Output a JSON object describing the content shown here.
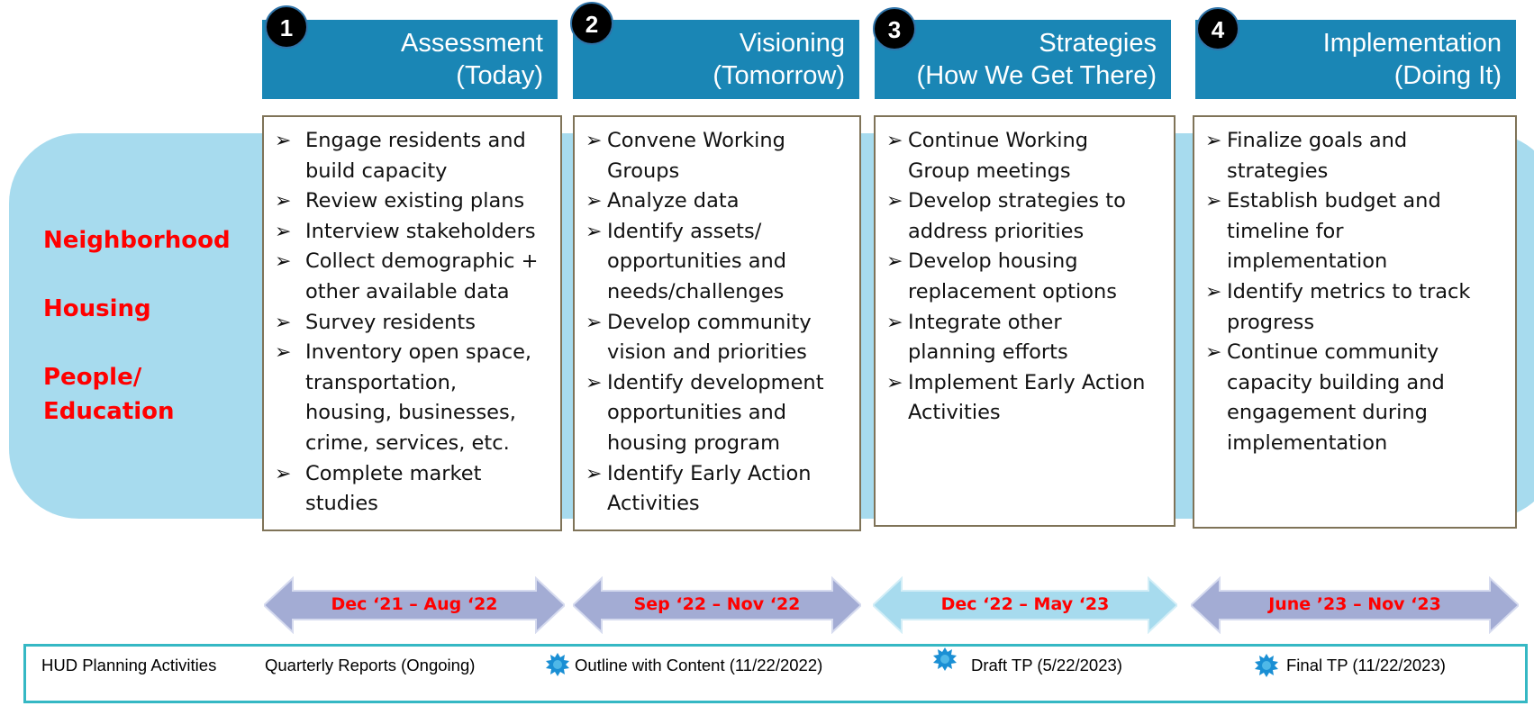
{
  "topics": [
    "Neighborhood",
    "Housing",
    "People/",
    "Education"
  ],
  "steps": [
    {
      "number": "1",
      "title": [
        "Assessment",
        "(Today)"
      ],
      "items": [
        [
          "Engage residents and",
          "build capacity"
        ],
        [
          "Review existing plans"
        ],
        [
          "Interview stakeholders"
        ],
        [
          "Collect demographic +",
          "other available data"
        ],
        [
          "Survey residents"
        ],
        [
          "Inventory  open space,",
          "transportation,",
          "housing, businesses,",
          "crime, services, etc."
        ],
        [
          "Complete market",
          "studies"
        ]
      ],
      "dates": "Dec ‘21 – Aug ‘22"
    },
    {
      "number": "2",
      "title": [
        "Visioning",
        "(Tomorrow)"
      ],
      "items": [
        [
          "Convene Working",
          "Groups"
        ],
        [
          "Analyze data"
        ],
        [
          "Identify assets/",
          "opportunities and",
          "needs/challenges"
        ],
        [
          "Develop community",
          "vision and priorities"
        ],
        [
          "Identify development",
          "opportunities and",
          "housing program"
        ],
        [
          "Identify Early Action",
          "Activities"
        ]
      ],
      "dates": "Sep ‘22 – Nov ‘22"
    },
    {
      "number": "3",
      "title": [
        "Strategies",
        "(How We Get There)"
      ],
      "items": [
        [
          "Continue Working",
          "Group meetings"
        ],
        [
          "Develop strategies to",
          "address priorities"
        ],
        [
          "Develop housing",
          "replacement options"
        ],
        [
          "Integrate other",
          "planning efforts"
        ],
        [
          "Implement Early Action",
          "Activities"
        ]
      ],
      "dates": "Dec ‘22 – May ‘23"
    },
    {
      "number": "4",
      "title": [
        "Implementation",
        "(Doing It)"
      ],
      "items": [
        [
          "Finalize goals and",
          "strategies"
        ],
        [
          "Establish budget and",
          "timeline for",
          "implementation"
        ],
        [
          "Identify metrics to track",
          "progress"
        ],
        [
          "Continue community",
          "capacity building and",
          "engagement during",
          "implementation"
        ]
      ],
      "dates": "June ’23 – Nov ‘23"
    }
  ],
  "bullet_glyph": "➢",
  "hud": {
    "label": "HUD Planning Activities",
    "quarterly": "Quarterly Reports (Ongoing)",
    "milestones": [
      "Outline with Content (11/22/2022)",
      "Draft TP (5/22/2023)",
      "Final TP (11/22/2023)"
    ]
  },
  "colors": {
    "header_blue": "#1a86b5",
    "band_light_blue": "#a7dbee",
    "topic_red": "#ff0000",
    "box_border": "#7f7358",
    "arrow_lavender": "#a3acd4",
    "arrow_lightblue": "#a7dbee",
    "hud_border": "#35b8c4",
    "star_blue": "#1a8fd4"
  },
  "icons": [
    "badge-number-icon",
    "bullet-arrow-icon",
    "double-arrow-icon",
    "milestone-star-icon"
  ]
}
